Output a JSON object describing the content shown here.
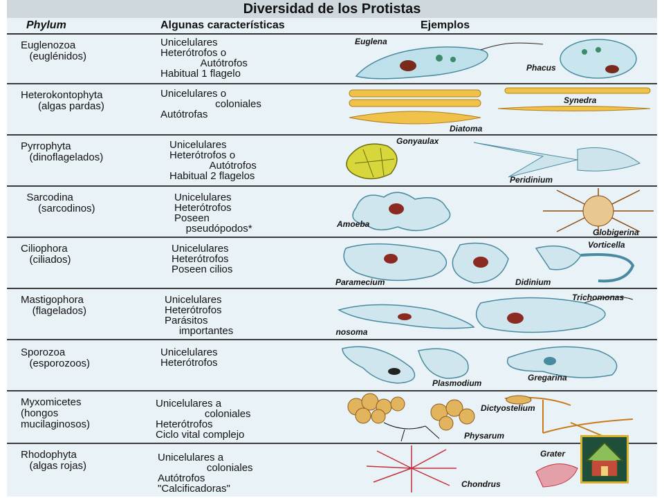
{
  "title": "Diversidad de los Protistas",
  "headers": {
    "phylum": "Phylum",
    "caracteristicas": "Algunas características",
    "ejemplos": "Ejemplos"
  },
  "rows": [
    {
      "phylum": "Euglenozoa\n   (euglénidos)",
      "caracteristicas": "Unicelulares\nHeterótrofos o\n              Autótrofos\nHabitual 1 flagelo",
      "ejemplos": [
        "Euglena",
        "Phacus"
      ]
    },
    {
      "phylum": "Heterokontophyta\n      (algas pardas)",
      "caracteristicas": "Unicelulares o\n                   coloniales\nAutótrofas",
      "ejemplos": [
        "Synedra",
        "Diatoma"
      ]
    },
    {
      "phylum": "Pyrrophyta\n   (dinoflagelados)",
      "caracteristicas": "Unicelulares\nHeterótrofos o\n              Autótrofos\nHabitual 2 flagelos",
      "ejemplos": [
        "Gonyaulax",
        "Peridinium"
      ]
    },
    {
      "phylum": "  Sarcodina\n      (sarcodinos)",
      "caracteristicas": "Unicelulares\nHeterótrofos\nPoseen\n    pseudópodos*",
      "ejemplos": [
        "Amoeba",
        "Globigerina"
      ]
    },
    {
      "phylum": "Ciliophora\n   (ciliados)",
      "caracteristicas": "Unicelulares\nHeterótrofos\nPoseen cilios",
      "ejemplos": [
        "Paramecium",
        "Didinium",
        "Vorticella"
      ]
    },
    {
      "phylum": "Mastigophora\n    (flagelados)",
      "caracteristicas": "Unicelulares\nHeterótrofos\nParásitos\n     importantes",
      "ejemplos": [
        "Trypanosoma",
        "Trichomonas"
      ]
    },
    {
      "phylum": "Sporozoa\n   (esporozoos)",
      "caracteristicas": "Unicelulares\nHeterótrofos",
      "ejemplos": [
        "Plasmodium",
        "Gregarina"
      ]
    },
    {
      "phylum": "Myxomicetes\n(hongos\nmucilaginosos)",
      "caracteristicas": "Unicelulares a\n                 coloniales\nHeterótrofos\nCiclo vital complejo",
      "ejemplos": [
        "Dictyostelium",
        "Physarum"
      ]
    },
    {
      "phylum": "Rhodophyta\n   (algas rojas)",
      "caracteristicas": "Unicelulares a\n                 coloniales\nAutótrofos\n\"Calcificadoras\"",
      "ejemplos": [
        "Grater",
        "Chondrus"
      ]
    }
  ],
  "icons": {
    "home": "home-icon"
  }
}
